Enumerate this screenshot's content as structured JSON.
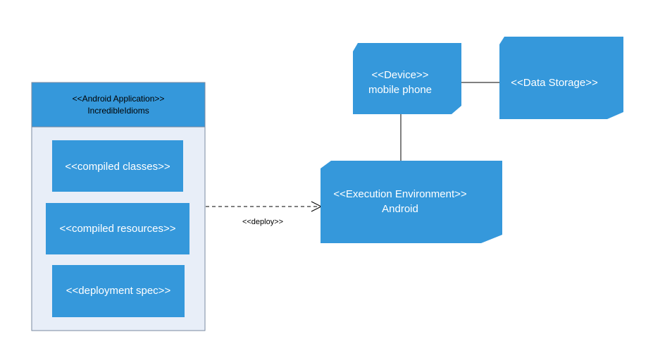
{
  "colors": {
    "node_fill": "#3598db",
    "node_stroke": "#2d7fbd",
    "artifact_body": "#e8eef8",
    "artifact_border": "#7a8aa0",
    "connector": "#000000"
  },
  "application": {
    "stereotype": "<<Android Application>>",
    "name": "IncredibleIdioms",
    "items": [
      "<<compiled classes>>",
      "<<compiled resources>>",
      "<<deployment spec>>"
    ]
  },
  "device": {
    "stereotype": "<<Device>>",
    "name": "mobile phone"
  },
  "storage": {
    "label": "<<Data Storage>>"
  },
  "environment": {
    "stereotype": "<<Execution Environment>>",
    "name": "Android"
  },
  "deploy": {
    "label": "<<deploy>>"
  }
}
